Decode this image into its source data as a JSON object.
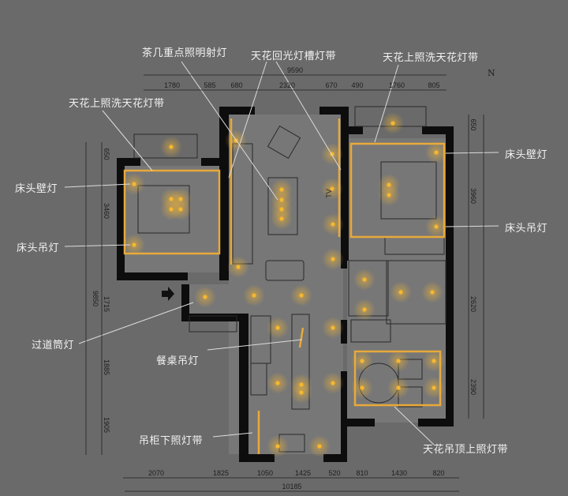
{
  "labels": {
    "coffee_table_spot": "茶几重点照明射灯",
    "ceiling_cove_strip": "天花回光灯槽灯带",
    "ceiling_wash_strip_right": "天花上照洗天花灯带",
    "ceiling_wash_strip_left": "天花上照洗天花灯带",
    "bedside_wall_lamp_left": "床头壁灯",
    "bedside_pendant_left": "床头吊灯",
    "corridor_downlight": "过道筒灯",
    "dining_pendant": "餐桌吊灯",
    "cabinet_under_strip": "吊柜下照灯带",
    "bedside_wall_lamp_right": "床头壁灯",
    "bedside_pendant_right": "床头吊灯",
    "ceiling_uplight_strip": "天花吊顶上照灯带",
    "tv": "TV",
    "north": "N"
  },
  "dimensions": {
    "top_total": "9590",
    "top": [
      "1780",
      "585",
      "680",
      "2320",
      "670",
      "490",
      "1760",
      "805"
    ],
    "bottom_total": "10185",
    "bottom": [
      "2070",
      "1825",
      "1050",
      "1425",
      "520",
      "810",
      "1430",
      "820"
    ],
    "left_total": "9850",
    "left": [
      "650",
      "3460",
      "1715",
      "1885",
      "1905"
    ],
    "right": [
      "650",
      "3960",
      "2620",
      "2390"
    ]
  },
  "colors": {
    "background": "#6a6a6a",
    "wall": "#0d0d0d",
    "light": "#f5b731",
    "strip": "#e8a93a"
  }
}
